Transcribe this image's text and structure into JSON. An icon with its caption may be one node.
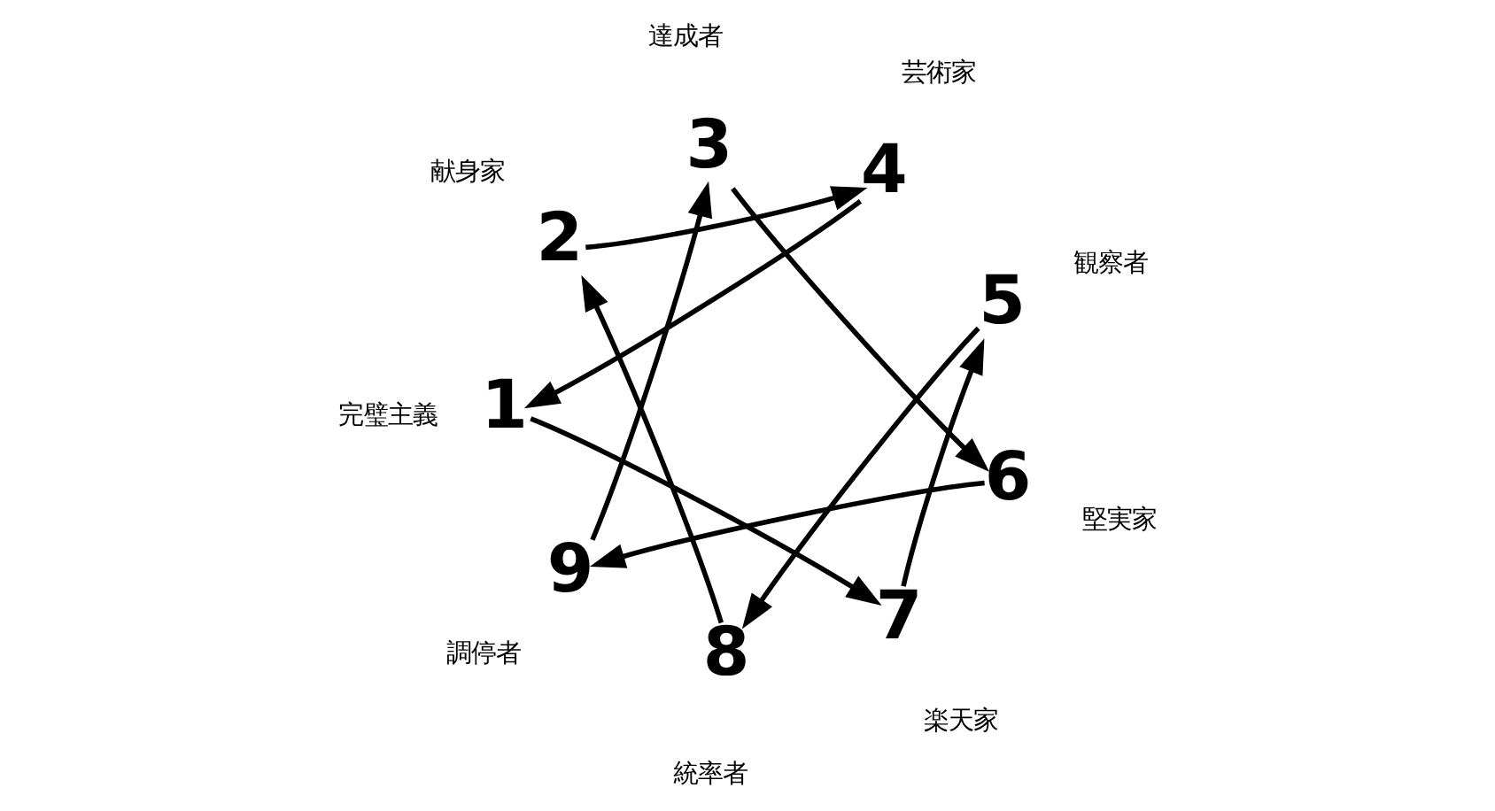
{
  "diagram": {
    "nodes": [
      {
        "text": [
          "9"
        ],
        "beside": [
          "調停者"
        ]
      },
      {
        "text": [
          "1"
        ],
        "beside": [
          "完璧主義"
        ]
      },
      {
        "text": [
          "2"
        ],
        "beside": [
          "献身家"
        ]
      },
      {
        "text": [
          "3"
        ],
        "beside": [
          "達成者"
        ]
      },
      {
        "text": [
          "4"
        ],
        "beside": [
          "芸術家"
        ]
      },
      {
        "text": [
          "5"
        ],
        "beside": [
          "観察者"
        ]
      },
      {
        "text": [
          "6"
        ],
        "beside": [
          "堅実家"
        ]
      },
      {
        "text": [
          "7"
        ],
        "beside": [
          "楽天家"
        ]
      },
      {
        "text": [
          "8"
        ],
        "beside": [
          "統率者"
        ]
      }
    ],
    "edges": [
      {
        "from": 0,
        "to": 3,
        "arrow": "to"
      },
      {
        "from": 3,
        "to": 6,
        "arrow": "to"
      },
      {
        "from": 6,
        "to": 0,
        "arrow": "to"
      },
      {
        "from": 1,
        "to": 7,
        "arrow": "to"
      },
      {
        "from": 7,
        "to": 5,
        "arrow": "to"
      },
      {
        "from": 5,
        "to": 8,
        "arrow": "to"
      },
      {
        "from": 8,
        "to": 2,
        "arrow": "to"
      },
      {
        "from": 2,
        "to": 4,
        "arrow": "to"
      },
      {
        "from": 4,
        "to": 1,
        "arrow": "to"
      }
    ]
  }
}
